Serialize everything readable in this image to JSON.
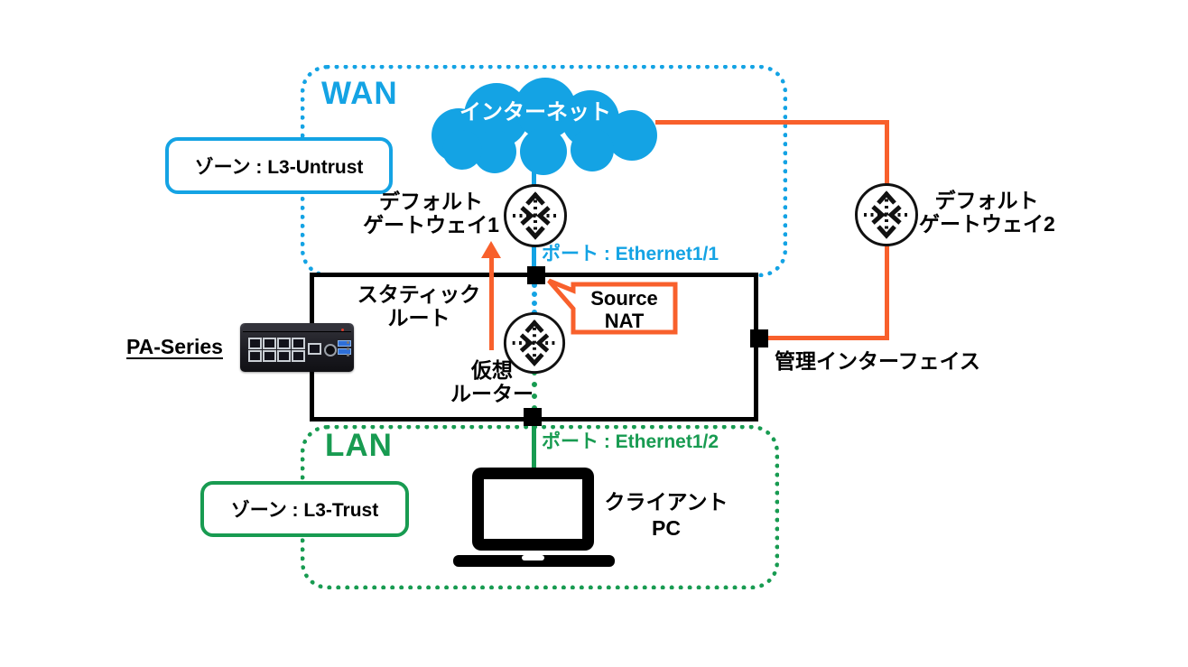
{
  "colors": {
    "blue": "#14a3e4",
    "green": "#189b51",
    "orange": "#f8602c",
    "black": "#000000"
  },
  "wan": {
    "title": "WAN",
    "zone_badge": "ゾーン : L3-Untrust",
    "port_label": "ポート : Ethernet1/1"
  },
  "lan": {
    "title": "LAN",
    "zone_badge": "ゾーン : L3-Trust",
    "port_label": "ポート : Ethernet1/2"
  },
  "internet": {
    "label": "インターネット"
  },
  "gateway1": {
    "line1": "デフォルト",
    "line2": "ゲートウェイ1"
  },
  "gateway2": {
    "line1": "デフォルト",
    "line2": "ゲートウェイ2"
  },
  "virtual_router": {
    "line1": "仮想",
    "line2": "ルーター"
  },
  "static_route": {
    "line1": "スタティック",
    "line2": "ルート"
  },
  "source_nat": {
    "line1": "Source",
    "line2": "NAT"
  },
  "firewall": {
    "label": "PA-Series"
  },
  "mgmt": {
    "label": "管理インターフェイス"
  },
  "client": {
    "line1": "クライアント",
    "line2": "PC"
  }
}
